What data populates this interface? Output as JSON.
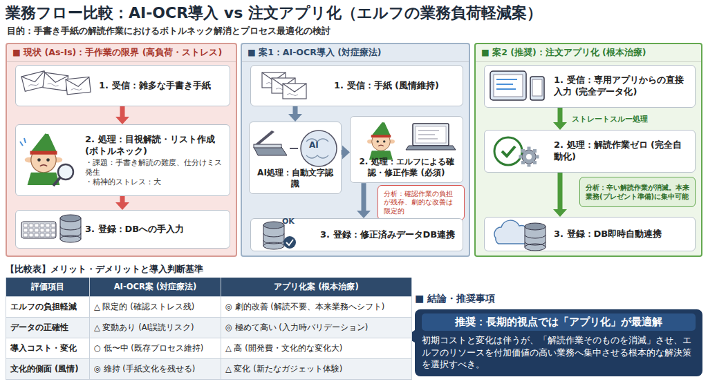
{
  "diagram": {
    "title": "業務フロー比較：AI-OCR導入 vs 注文アプリ化（エルフの業務負荷軽減案）",
    "nodes": [
      {
        "text": [
          "■ 現状 (As-Is)：手作業の限界 (高負荷・ストレス)"
        ]
      },
      {
        "text": [
          "1. 受信：雑多な手書き手紙"
        ],
        "in": 0
      },
      {
        "text": [
          "2. 処理：目視解読・リスト作成 (ボトルネック)",
          "・課題：手書き解読の難度、仕分けミス発生",
          "・精神的ストレス：大"
        ],
        "in": 0
      },
      {
        "text": [
          "3. 登録：DBへの手入力"
        ],
        "in": 0
      },
      {
        "text": [
          "■ 案1：AI-OCR導入 (対症療法)"
        ]
      },
      {
        "text": [
          "1. 受信：手紙 (風情維持)"
        ],
        "in": 4
      },
      {
        "text": [
          "AI処理：自動文字認識"
        ],
        "in": 4
      },
      {
        "text": [
          "2. 処理：エルフによる確認・修正作業 (必須)"
        ],
        "in": 4
      },
      {
        "text": [
          "分析：確認作業の負担が残存、劇的な改善は限定的"
        ],
        "in": 4
      },
      {
        "text": [
          "3. 登録：修正済みデータDB連携"
        ],
        "in": 4
      },
      {
        "text": [
          "■ 案2 (推奨)：注文アプリ化 (根本治療)"
        ]
      },
      {
        "text": [
          "1. 受信：専用アプリからの直接入力 (完全データ化)"
        ],
        "in": 10
      },
      {
        "text": [
          "2. 処理：解読作業ゼロ (完全自動化)"
        ],
        "in": 10
      },
      {
        "text": [
          "分析：辛い解読作業が消滅。本来業務(プレゼント準備)に集中可能"
        ],
        "in": 10
      },
      {
        "text": [
          "3. 登録：DB即時自動連携"
        ],
        "in": 10
      },
      {
        "text": [
          "■ 結論・推奨事項",
          "推奨：長期的視点では「アプリ化」が最適解",
          "初期コストと変化は伴うが、「解読作業そのものを消滅」させ、エルフのリソースを付加価値の高い業務へ集中させる根本的な解決策を選択すべき。"
        ]
      }
    ],
    "edges": [
      {
        "from": 1,
        "to": 2,
        "arrow": "to"
      },
      {
        "from": 2,
        "to": 3,
        "arrow": "to"
      },
      {
        "from": 5,
        "to": 6,
        "arrow": "to"
      },
      {
        "from": 6,
        "to": 7,
        "arrow": "to"
      },
      {
        "from": 7,
        "to": 9,
        "arrow": "to"
      },
      {
        "from": 11,
        "to": 12,
        "label": "ストレートスルー処理",
        "arrow": "to"
      },
      {
        "from": 12,
        "to": 14,
        "arrow": "to"
      }
    ],
    "labels": [
      "目的：手書き手紙の解読作業におけるボトルネック解消とプロセス最適化の検討",
      "AI",
      "OK",
      "【比較表】メリット・デメリットと導入判断基準",
      "評価項目",
      "AI-OCR案 (対症療法)",
      "アプリ化案 (根本治療)",
      "エルフの負担軽減",
      "△ 限定的 (確認ストレス残)",
      "◎ 劇的改善 (解読不要、本来業務へシフト)",
      "データの正確性",
      "△ 変動あり (AI誤読リスク)",
      "◎ 極めて高い (入力時バリデーション)",
      "導入コスト・変化",
      "○ 低〜中 (既存プロセス維持)",
      "△ 高 (開発費・文化的な変化大)",
      "文化的側面 (風情)",
      "◎ 維持 (手紙文化を残せる)",
      "△ 変化 (新たなガジェット体験)"
    ]
  }
}
